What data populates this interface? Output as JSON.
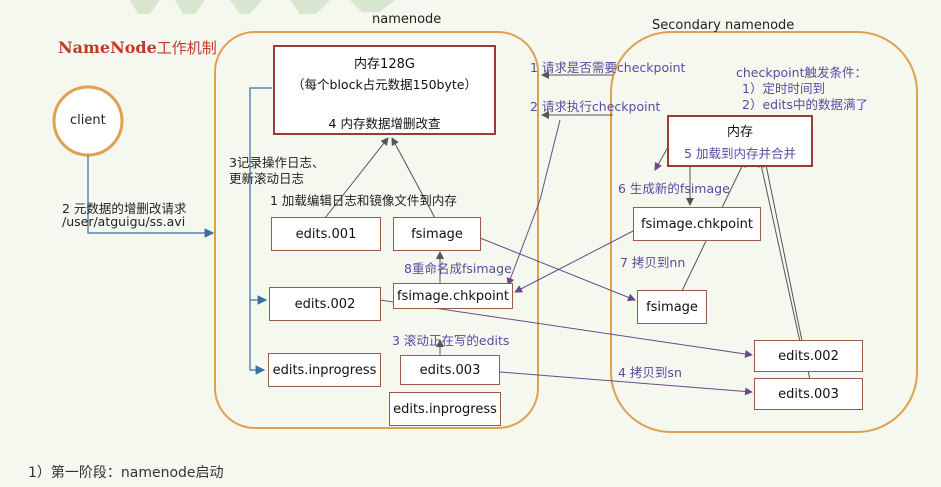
{
  "title": {
    "en": "NameNode",
    "cn": "工作机制"
  },
  "namenode_label": "namenode",
  "secondary_label": "Secondary namenode",
  "client_label": "client",
  "client_request": {
    "line1": "2 元数据的增删改请求",
    "line2": "/user/atguigu/ss.avi"
  },
  "memory_nn": {
    "line1": "内存128G",
    "line2": "（每个block占元数据150byte）",
    "line3": "4 内存数据增删改查"
  },
  "log_note": {
    "line1": "3记录操作日志、",
    "line2": "更新滚动日志"
  },
  "load_note": "1 加载编辑日志和镜像文件到内存",
  "rename_note": "8重命名成fsimage",
  "roll_note": "3 滚动正在写的edits",
  "nn_files": {
    "edits001": "edits.001",
    "fsimage": "fsimage",
    "edits002": "edits.002",
    "fsimage_ckpt": "fsimage.chkpoint",
    "edits_inprogress_left": "edits.inprogress",
    "edits003": "edits.003",
    "edits_inprogress_right": "edits.inprogress"
  },
  "request1": "1 请求是否需要checkpoint",
  "request2": "2 请求执行checkpoint",
  "checkpoint_cond": {
    "line1": "checkpoint触发条件：",
    "line2": "1）定时时间到",
    "line3": "2）edits中的数据满了"
  },
  "memory_sn": {
    "line1": "内存",
    "line2": "5 加载到内存并合并"
  },
  "gen_note": "6 生成新的fsimage",
  "copy_nn_note": "7 拷贝到nn",
  "copy_sn_note": "4 拷贝到sn",
  "sn_files": {
    "fsimage_ckpt": "fsimage.chkpoint",
    "fsimage": "fsimage",
    "edits002": "edits.002",
    "edits003": "edits.003"
  },
  "footer": "1）第一阶段：namenode启动"
}
